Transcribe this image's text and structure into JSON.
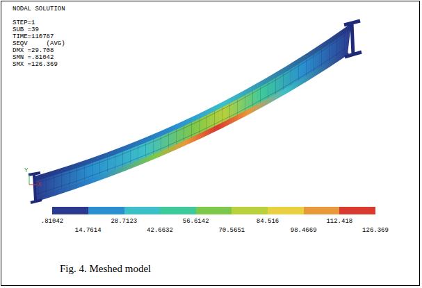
{
  "diagram": {
    "title": "NODAL SOLUTION",
    "caption": "Fig. 4. Meshed model",
    "labels": [
      "STEP=1",
      "SUB =39",
      "TIME=110787",
      "SEQV     (AVG)",
      "DMX =29.708",
      "SMN =.81042",
      "SMX =126.369",
      "Y",
      "X",
      ".81042",
      "14.7614",
      "28.7123",
      "42.6632",
      "56.6142",
      "70.5651",
      "84.516",
      "98.4669",
      "112.418",
      "126.369"
    ]
  }
}
